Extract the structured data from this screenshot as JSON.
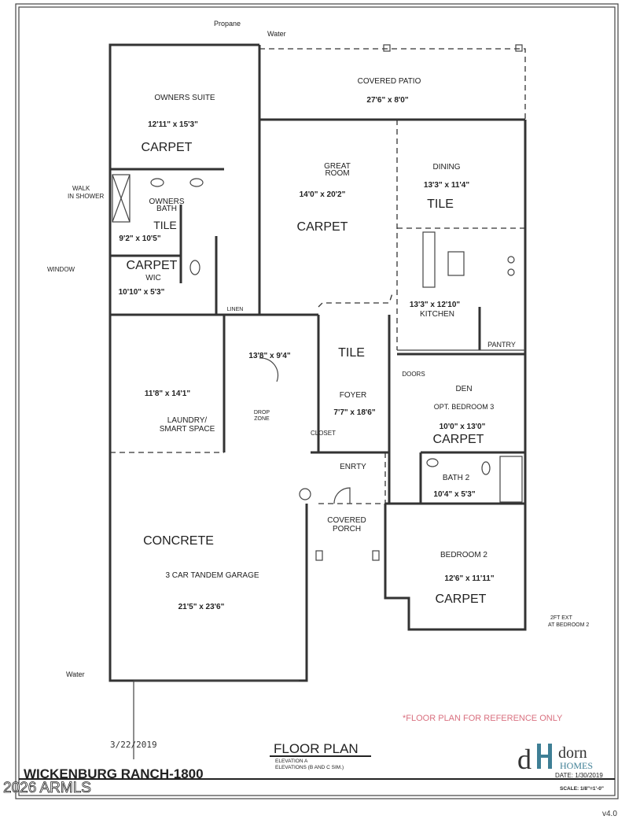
{
  "utilities": {
    "propane": "Propane",
    "water_top": "Water",
    "water_bottom": "Water",
    "window": "WINDOW",
    "walk_in_shower": "WALK\nIN SHOWER",
    "ext_note_1": "2FT EXT",
    "ext_note_2": "AT BEDROOM 2"
  },
  "rooms": {
    "covered_patio": {
      "name": "COVERED PATIO",
      "size": "27'6\" x 8'0\""
    },
    "owners_suite": {
      "name": "OWNERS SUITE",
      "size": "12'11\" x 15'3\"",
      "floor": "CARPET"
    },
    "great_room": {
      "name_1": "GREAT",
      "name_2": "ROOM",
      "size": "14'0\" x 20'2\"",
      "floor": "CARPET"
    },
    "dining": {
      "name": "DINING",
      "size": "13'3\" x 11'4\"",
      "floor": "TILE"
    },
    "owners_bath": {
      "name_1": "OWNERS",
      "name_2": "BATH",
      "floor": "TILE",
      "size": "9'2\" x 10'5\""
    },
    "wic": {
      "floor": "CARPET",
      "name": "WIC",
      "size": "10'10\" x 5'3\""
    },
    "linen": {
      "name": "LINEN"
    },
    "kitchen": {
      "size": "13'3\" x 12'10\"",
      "name": "KITCHEN"
    },
    "pantry": {
      "name": "PANTRY"
    },
    "laundry": {
      "size": "13'8\" x 9'4\"",
      "name_1": "LAUNDRY/",
      "name_2": "SMART SPACE",
      "drop_zone_1": "DROP",
      "drop_zone_2": "ZONE"
    },
    "smart_space_size": "11'8\" x 14'1\"",
    "foyer": {
      "floor": "TILE",
      "name": "FOYER",
      "size": "7'7\" x 18'6\"",
      "closet": "CLOSET"
    },
    "den": {
      "doors": "DOORS",
      "name": "DEN",
      "alt": "OPT. BEDROOM 3",
      "size": "10'0\" x 13'0\"",
      "floor": "CARPET"
    },
    "entry": {
      "name": "ENRTY"
    },
    "bath2": {
      "name": "BATH 2",
      "size": "10'4\" x 5'3\""
    },
    "covered_porch": {
      "name_1": "COVERED",
      "name_2": "PORCH"
    },
    "garage": {
      "floor": "CONCRETE",
      "name": "3 CAR TANDEM GARAGE",
      "size": "21'5\" x 23'6\""
    },
    "bedroom2": {
      "name": "BEDROOM 2",
      "size": "12'6\" x 11'11\"",
      "floor": "CARPET"
    }
  },
  "title_block": {
    "reference_note": "*FLOOR PLAN FOR REFERENCE ONLY",
    "handwritten_date": "3/22/2019",
    "title": "FLOOR PLAN",
    "elevation_1": "ELEVATION A",
    "elevation_2": "ELEVATIONS (B AND C SIM.)",
    "project": "WICKENBURG RANCH-1800",
    "watermark": "2026 ARMLS",
    "logo": "dorn HOMES",
    "logo_word_1": "dorn",
    "logo_word_2": "HOMES",
    "date": "DATE: 1/30/2019",
    "scale": "SCALE: 1/8\"=1'-0\"",
    "version": "v4.0"
  },
  "colors": {
    "note_red": "#d9707f",
    "logo_dark": "#333333",
    "logo_teal": "#3f7f95"
  }
}
